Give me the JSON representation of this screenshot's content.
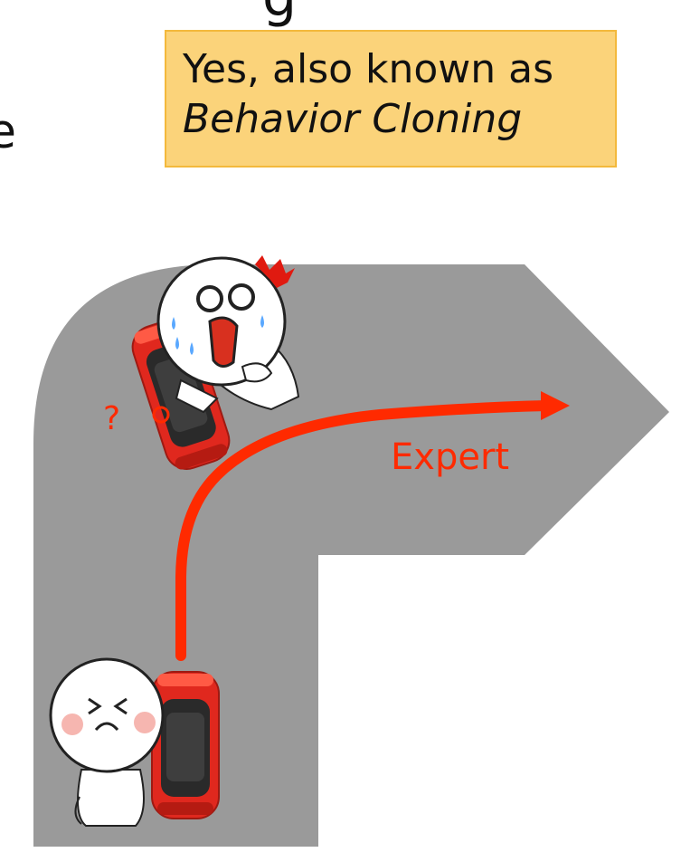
{
  "callout": {
    "line1": "Yes, also known as",
    "line2": "Behavior Cloning"
  },
  "partial_heading_glyph": "g",
  "partial_left_glyph": "e",
  "diagram": {
    "expert_label": "Expert",
    "question_mark": "?",
    "colors": {
      "road": "#9a9a9a",
      "road_edge": "#8a8a8a",
      "trajectory": "#ff2a00",
      "label": "#ff2a00",
      "callout_fill": "#fbd37a",
      "callout_border": "#f3b93c",
      "car_body": "#e0281e"
    },
    "icons": [
      "car-icon",
      "scared-character-icon",
      "happy-character-icon",
      "anger-mark-icon"
    ]
  }
}
